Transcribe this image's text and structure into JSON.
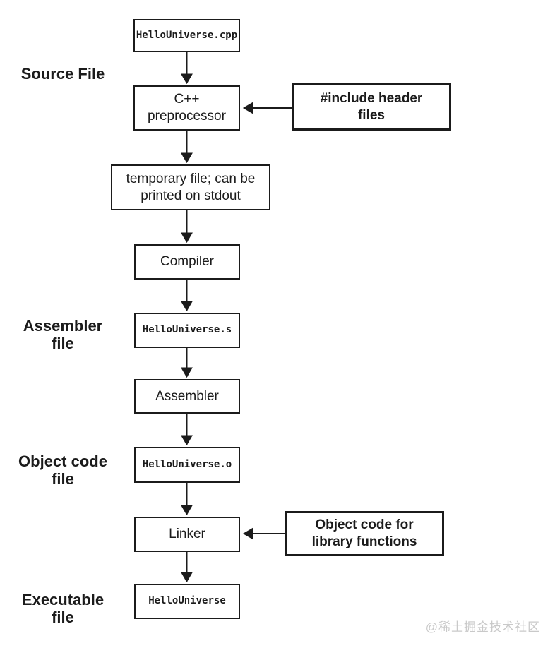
{
  "colors": {
    "background": "#ffffff",
    "line": "#1b1b1b",
    "text": "#1b1b1b",
    "watermark": "#c9c9c9"
  },
  "stage_labels": {
    "source": "Source File",
    "assembler": "Assembler\nfile",
    "object": "Object code\nfile",
    "executable": "Executable\nfile"
  },
  "nodes": {
    "source_box": "HelloUniverse.cpp",
    "preprocessor": "C++\npreprocessor",
    "include_headers": "#include header\nfiles",
    "temp_file": "temporary file; can be\nprinted on stdout",
    "compiler": "Compiler",
    "assembler_file": "HelloUniverse.s",
    "assembler": "Assembler",
    "object_file": "HelloUniverse.o",
    "linker": "Linker",
    "library_objects": "Object code for\nlibrary functions",
    "executable": "HelloUniverse"
  },
  "watermark": "@稀土掘金技术社区"
}
